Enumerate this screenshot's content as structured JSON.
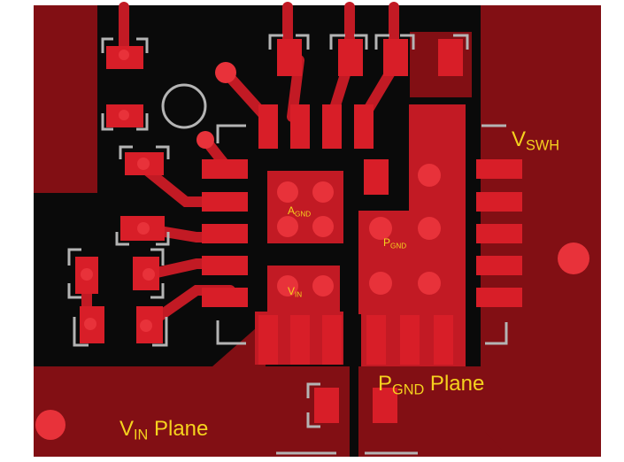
{
  "labels": {
    "vswh": {
      "main": "V",
      "sub": "SWH",
      "suffix": ""
    },
    "agnd": {
      "main": "A",
      "sub": "GND",
      "suffix": ""
    },
    "pgnd": {
      "main": "P",
      "sub": "GND",
      "suffix": ""
    },
    "vin": {
      "main": "V",
      "sub": "IN",
      "suffix": ""
    },
    "pgnd_plane": {
      "main": "P",
      "sub": "GND",
      "suffix": " Plane"
    },
    "vin_plane": {
      "main": "V",
      "sub": "IN",
      "suffix": " Plane"
    }
  },
  "colors": {
    "board": "#0a0a0a",
    "copper": "#820f14",
    "trace": "#c21a24",
    "pad": "#d81e28",
    "via": "#e8323a",
    "silk": "#b4b4b4",
    "label": "#f5d21e"
  }
}
